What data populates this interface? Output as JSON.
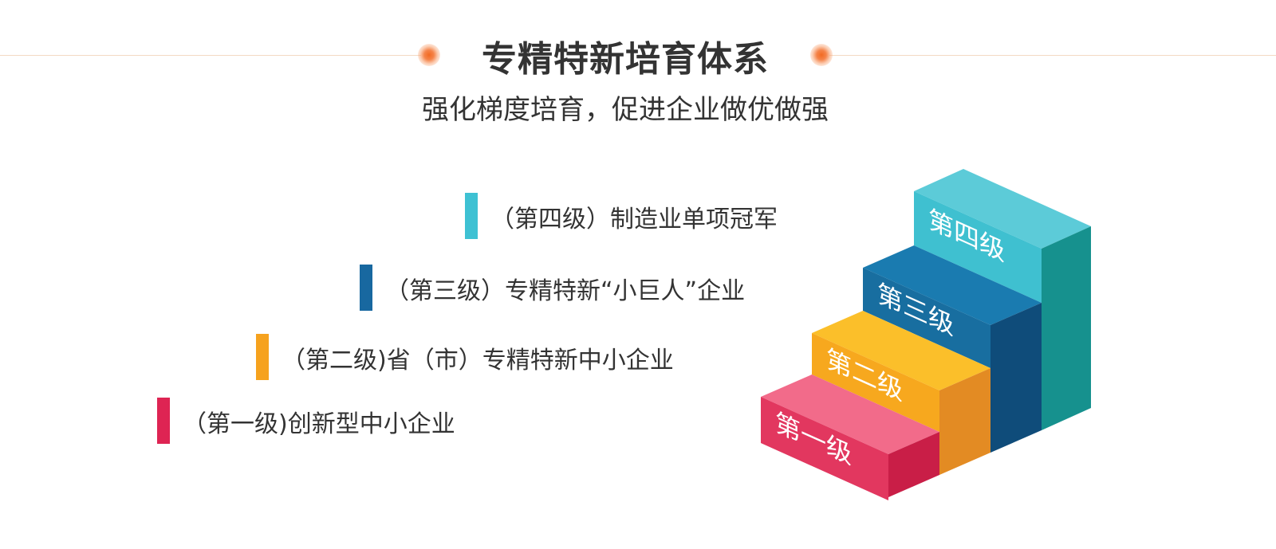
{
  "header": {
    "title": "专精特新培育体系",
    "subtitle": "强化梯度培育，促进企业做优做强"
  },
  "levels": [
    {
      "text": "（第四级）制造业单项冠军",
      "color": "#3ec1d3"
    },
    {
      "text": "（第三级）专精特新“小巨人”企业",
      "color": "#1868a0"
    },
    {
      "text": "（第二级)省（市）专精特新中小企业",
      "color": "#f6a21e"
    },
    {
      "text": "（第一级)创新型中小企业",
      "color": "#de2453"
    }
  ],
  "stairs": {
    "steps": [
      "第一级",
      "第二级",
      "第三级",
      "第四级"
    ],
    "colors": {
      "step1_top": "#f26b8a",
      "step1_front": "#e2375f",
      "step1_side": "#c91e47",
      "step2_top": "#fbbf2a",
      "step2_front": "#f7a81e",
      "step2_side": "#e38b23",
      "step3_top": "#1a7bb0",
      "step3_front": "#186ea0",
      "step3_side": "#0f4c7a",
      "step4_top": "#5ccbd8",
      "step4_front": "#3fc0d0",
      "step4_side": "#16918e"
    }
  }
}
